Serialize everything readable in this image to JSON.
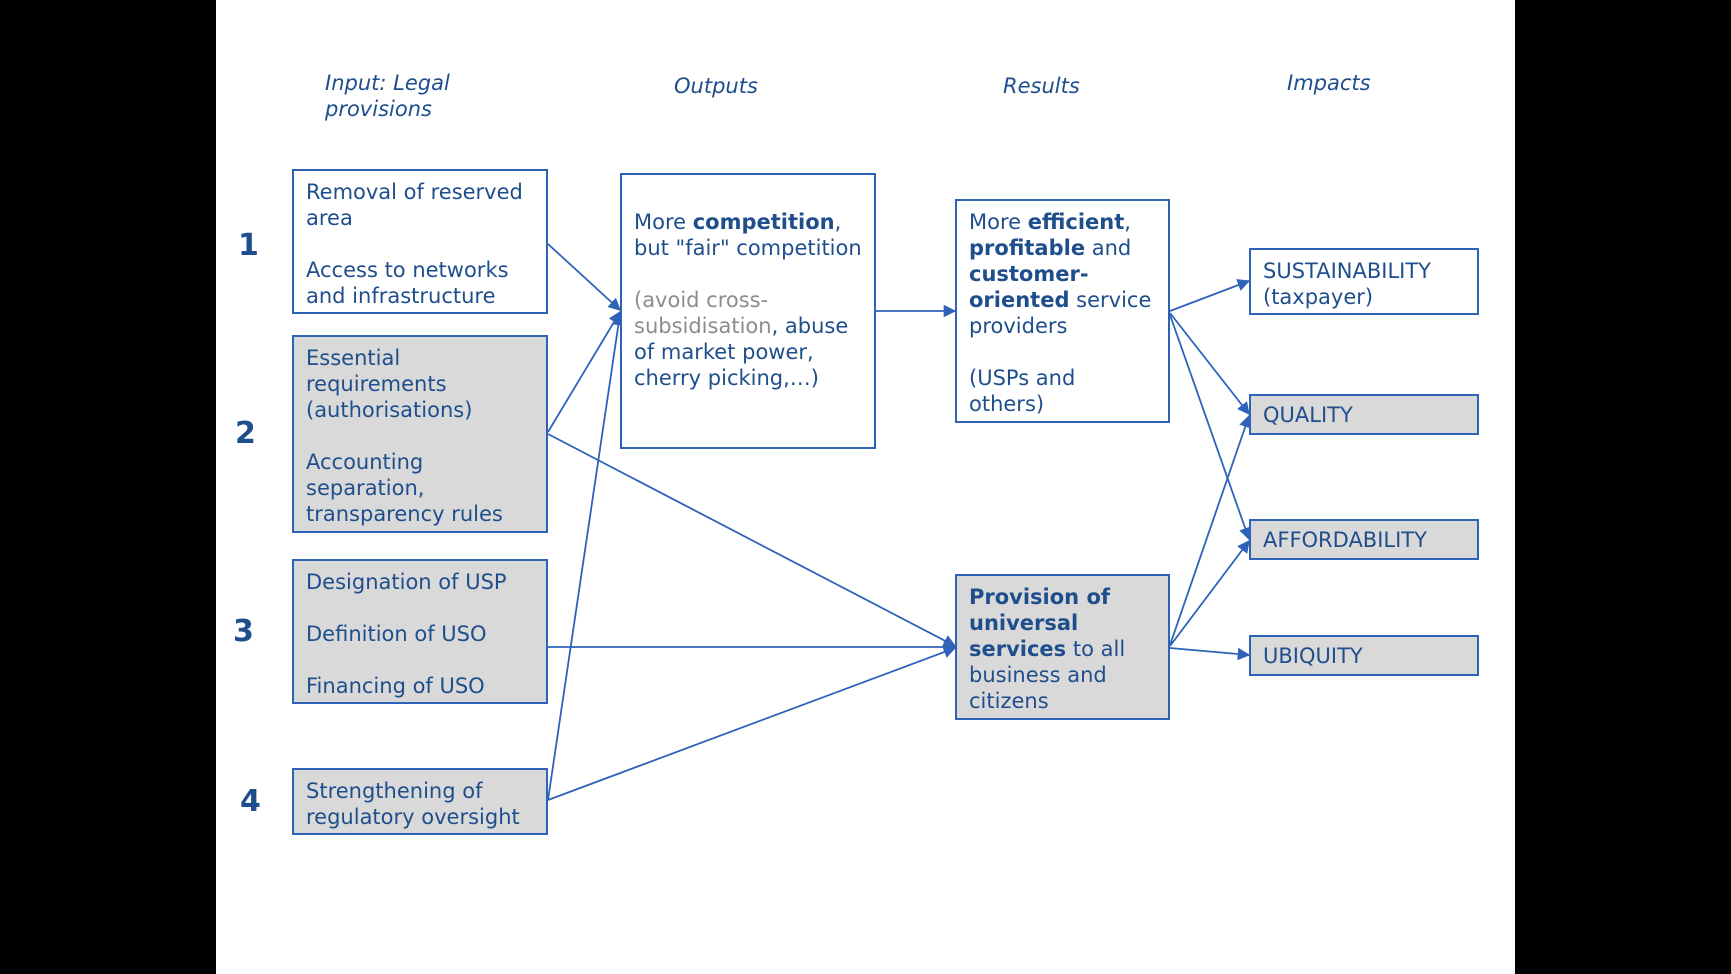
{
  "headers": {
    "input": "Input: Legal provisions",
    "outputs": "Outputs",
    "results": "Results",
    "impacts": "Impacts"
  },
  "numbers": [
    "1",
    "2",
    "3",
    "4"
  ],
  "inputs": {
    "box1": {
      "line1": "Removal of reserved area",
      "line2": "Access to networks and infrastructure"
    },
    "box2": {
      "line1": "Essential requirements (authorisations)",
      "line2": "Accounting separation, transparency rules"
    },
    "box3": {
      "line1": "Designation of USP",
      "line2": "Definition of USO",
      "line3": "Financing of USO"
    },
    "box4": {
      "line1": "Strengthening of regulatory oversight"
    }
  },
  "output": {
    "t1": "More ",
    "b1": "competition",
    "t2": ", but \"fair\" competition",
    "p2_light": "(avoid cross-subsidisation",
    "p2_rest": ", abuse of market power, cherry picking,…)"
  },
  "results": {
    "r1": {
      "t1": "More ",
      "b1": "efficient",
      "t2": ", ",
      "b2": "profitable",
      "t3": " and ",
      "b3": "customer-oriented",
      "t4": " service providers",
      "p2": "(USPs and others)"
    },
    "r2": {
      "b1": "Provision of universal services",
      "t1": " to all business and citizens"
    }
  },
  "impacts": [
    "SUSTAINABILITY (taxpayer)",
    "QUALITY",
    "AFFORDABILITY",
    "UBIQUITY"
  ],
  "colors": {
    "accent": "#2e63b8",
    "text": "#1f4e8c",
    "grey_fill": "#d9d9d9",
    "muted": "#8c8c8c"
  }
}
